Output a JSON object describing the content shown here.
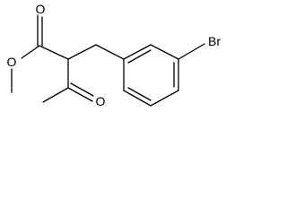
{
  "structure": {
    "atoms": {
      "ester_carbonyl_oxygen": "O",
      "ester_ether_oxygen": "O",
      "ketone_oxygen": "O",
      "bromine": "Br"
    }
  }
}
